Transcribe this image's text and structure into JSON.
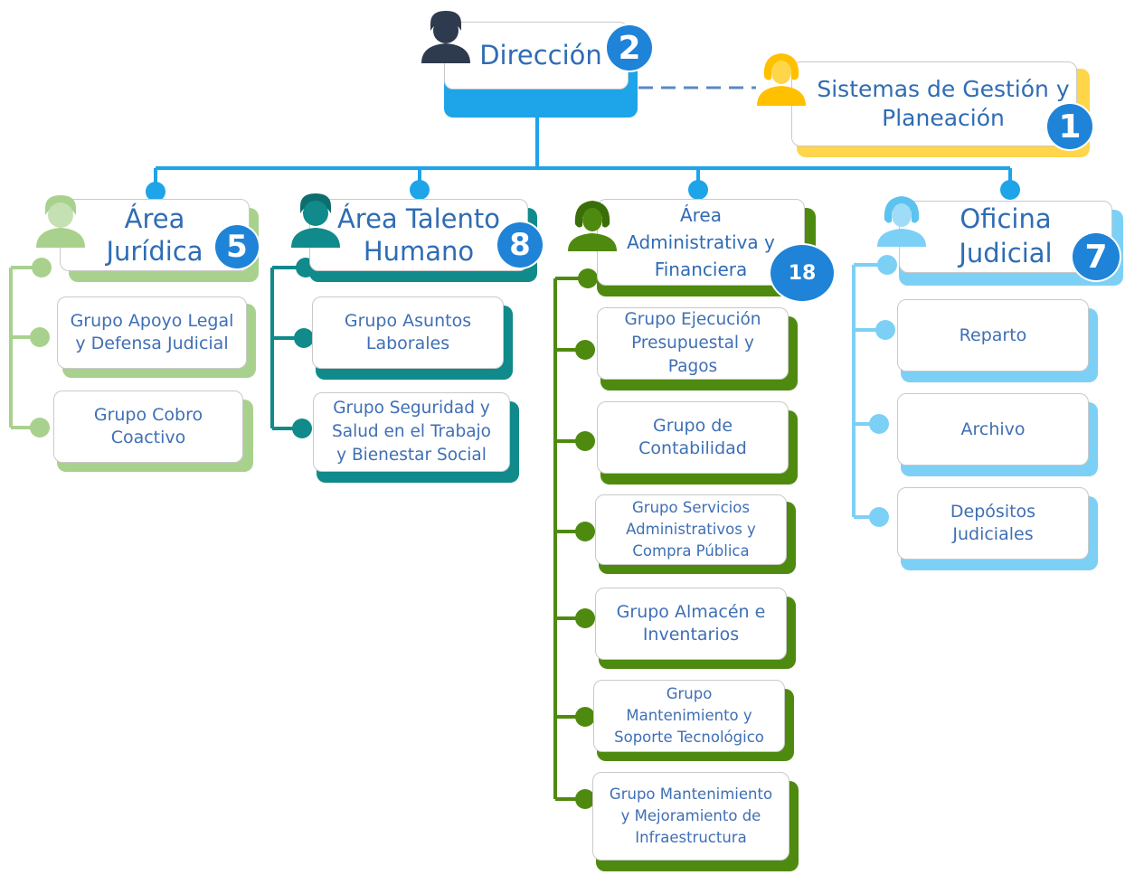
{
  "colors": {
    "blue": "#1ea4e8",
    "light_green": "#a9d18e",
    "teal": "#108a8a",
    "green": "#4f8a10",
    "light_blue": "#7dd0f5",
    "yellow": "#ffd54a",
    "dark": "#2e3a4d",
    "text": "#3f6fb5",
    "badge": "#1f83d8"
  },
  "direccion": {
    "title": "Dirección",
    "badge": "2"
  },
  "sistemas": {
    "title": "Sistemas de Gestión y\nPlaneación",
    "badge": "1"
  },
  "areas": [
    {
      "title": "Área\nJurídica",
      "badge": "5",
      "groups": [
        "Grupo Apoyo Legal\ny Defensa Judicial",
        "Grupo Cobro\nCoactivo"
      ]
    },
    {
      "title": "Área Talento\nHumano",
      "badge": "8",
      "groups": [
        "Grupo Asuntos\nLaborales",
        "Grupo Seguridad y\nSalud en el Trabajo\ny Bienestar Social"
      ]
    },
    {
      "title": "Área\nAdministrativa y\nFinanciera",
      "badge": "18",
      "groups": [
        "Grupo Ejecución\nPresupuestal y\nPagos",
        "Grupo de\nContabilidad",
        "Grupo Servicios\nAdministrativos y\nCompra Pública",
        "Grupo Almacén e\nInventarios",
        "Grupo\nMantenimiento y\nSoporte Tecnológico",
        "Grupo Mantenimiento\ny Mejoramiento de\nInfraestructura"
      ]
    },
    {
      "title": "Oficina\nJudicial",
      "badge": "7",
      "groups": [
        "Reparto",
        "Archivo",
        "Depósitos\nJudiciales"
      ]
    }
  ],
  "icons": {
    "director": "person-male-icon",
    "sistemas": "person-female-icon",
    "juridica": "person-male-icon",
    "talento": "person-male-icon",
    "administrativa": "person-female-icon",
    "oficina": "person-female-icon"
  }
}
